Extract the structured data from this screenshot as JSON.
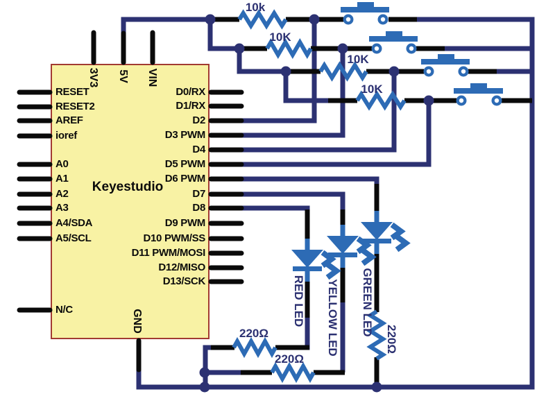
{
  "board": {
    "name": "Keyestudio",
    "top_pins": [
      "3V3",
      "5V",
      "VIN"
    ],
    "bottom_pin": "GND",
    "left_pins": [
      "RESET",
      "RESET2",
      "AREF",
      "ioref",
      "A0",
      "A1",
      "A2",
      "A3",
      "A4/SDA",
      "A5/SCL",
      "N/C"
    ],
    "right_pins": [
      "D0/RX",
      "D1/RX",
      "D2",
      "D3 PWM",
      "D4",
      "D5 PWM",
      "D6 PWM",
      "D7",
      "D8",
      "D9 PWM",
      "D10 PWM/SS",
      "D11 PWM/MOSI",
      "D12/MISO",
      "D13/SCK"
    ]
  },
  "resistors": {
    "pullups": [
      "10k",
      "10K",
      "10K",
      "10K"
    ],
    "led_series": [
      "220Ω",
      "220Ω",
      "220Ω"
    ]
  },
  "leds": [
    "RED LED",
    "YELLOW LED",
    "GREEN LED"
  ],
  "components": {
    "push_button_count": 4,
    "icons": [
      "push-button-icon",
      "resistor-icon",
      "led-icon",
      "junction-dot-icon"
    ]
  },
  "colors": {
    "wire_navy": "#2C3172",
    "component_blue": "#2D6BB5",
    "board_fill": "#F8F2A4",
    "board_border": "#A23B32",
    "pin_black": "#0A0A0A",
    "label_navy": "#2B3071"
  }
}
